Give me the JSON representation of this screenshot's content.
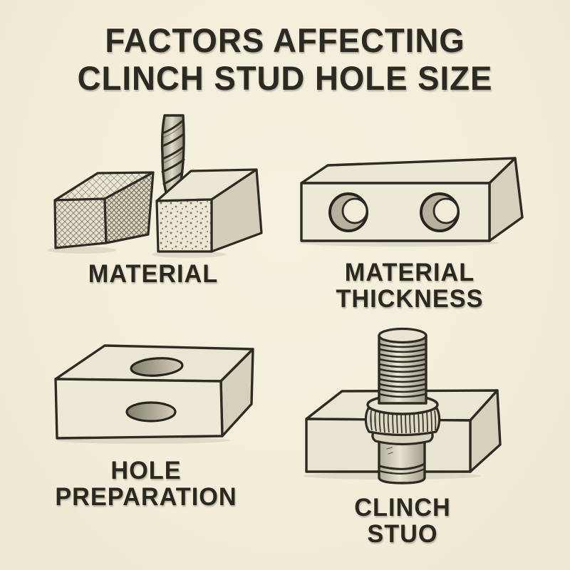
{
  "title": {
    "line1": "FACTORS AFFECTING",
    "line2": "CLINCH STUD HOLE SIZE"
  },
  "figures": [
    {
      "id": "material",
      "icon": "drill-and-material-blocks-icon",
      "label_lines": [
        "MATERIAL"
      ]
    },
    {
      "id": "material-thickness",
      "icon": "block-with-two-holes-icon",
      "label_lines": [
        "MATERIAL",
        "THICKNESS"
      ]
    },
    {
      "id": "hole-preparation",
      "icon": "block-with-prepared-holes-icon",
      "label_lines": [
        "HOLE",
        "PREPARATION"
      ]
    },
    {
      "id": "clinch-stud",
      "icon": "clinch-stud-in-block-icon",
      "label_lines": [
        "CLINCH",
        "STUO"
      ]
    }
  ],
  "colors": {
    "background": "#f3edda",
    "ink": "#2b2a23",
    "face_light": "#ebe5d3",
    "face_mid": "#ded8c6",
    "face_dark": "#cdc7b4"
  }
}
